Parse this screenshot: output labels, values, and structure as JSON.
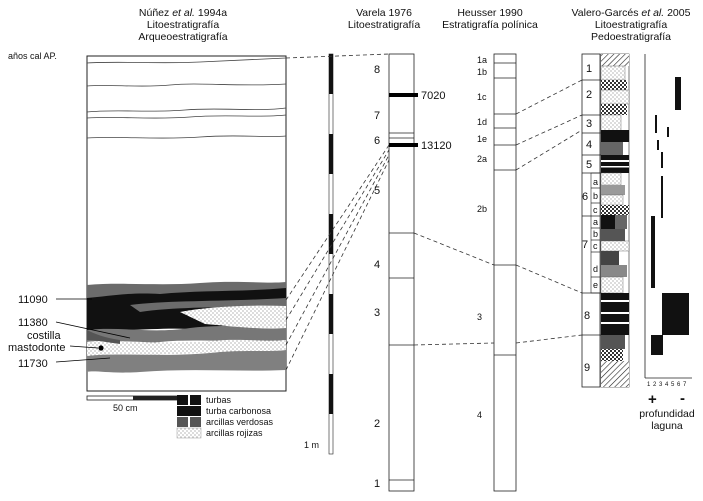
{
  "headers": {
    "nunez": {
      "line1_pre": "Núñez ",
      "line1_em": "et al.",
      "line1_post": " 1994a",
      "line2": "Litoestratigrafía",
      "line3": "Arqueoestratigrafía"
    },
    "varela": {
      "line1": "Varela 1976",
      "line2": "Litoestratigrafía"
    },
    "heusser": {
      "line1": "Heusser 1990",
      "line2": "Estratigrafía polínica"
    },
    "valero": {
      "line1_pre": "Valero-Garcés ",
      "line1_em": "et al.",
      "line1_post": " 2005",
      "line2": "Litoestratigrafía",
      "line3": "Pedoestratigrafía"
    }
  },
  "age_axis_label": "años cal AP.",
  "dates_left": [
    "11090",
    "11380",
    "costilla",
    "mastodonte",
    "11730"
  ],
  "scale_bar_label": "50 cm",
  "meter_label": "1 m",
  "legend": [
    "turbas",
    "turba carbonosa",
    "arcillas verdosas",
    "arcillas rojizas"
  ],
  "varela_units": [
    "8",
    "7",
    "6",
    "5",
    "4",
    "3",
    "2",
    "1"
  ],
  "varela_dates": [
    "7020",
    "13120"
  ],
  "heusser_zones": [
    "1a",
    "1b",
    "1c",
    "1d",
    "1e",
    "2a",
    "2b",
    "3",
    "4"
  ],
  "valero_units": [
    "1",
    "2",
    "3",
    "4",
    "5",
    "6",
    "7",
    "8",
    "9"
  ],
  "valero_subunits": [
    "a",
    "b",
    "c",
    "a",
    "b",
    "c",
    "d",
    "e"
  ],
  "depth_axis": {
    "ticks": [
      "1",
      "2",
      "3",
      "4",
      "5",
      "6",
      "7"
    ],
    "plus": "+",
    "minus": "-",
    "label1": "profundidad",
    "label2": "laguna"
  }
}
